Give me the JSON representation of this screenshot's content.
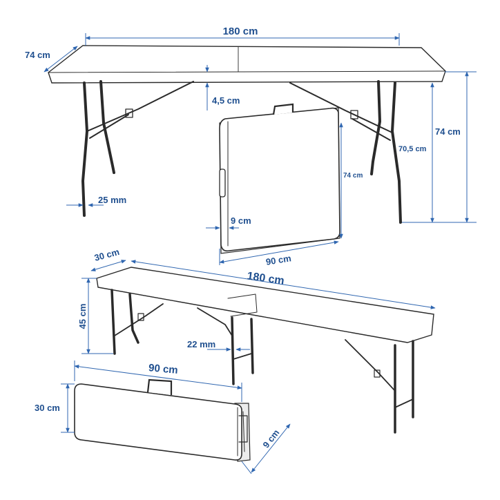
{
  "colors": {
    "dimension": "#2f66b0",
    "label": "#1f4f8f",
    "line": "#2a2a2a",
    "background": "#ffffff"
  },
  "table": {
    "length": "180 cm",
    "depth": "74 cm",
    "height_total": "74 cm",
    "height_inner": "70,5 cm",
    "top_thickness": "4,5 cm",
    "leg_diameter": "25 mm"
  },
  "table_folded": {
    "height": "74 cm",
    "width": "90 cm",
    "thickness": "9 cm"
  },
  "bench": {
    "depth": "30 cm",
    "length": "180 cm",
    "height": "45 cm",
    "leg_diameter": "22 mm"
  },
  "bench_folded": {
    "width": "90 cm",
    "height": "30 cm",
    "thickness": "9 cm"
  }
}
